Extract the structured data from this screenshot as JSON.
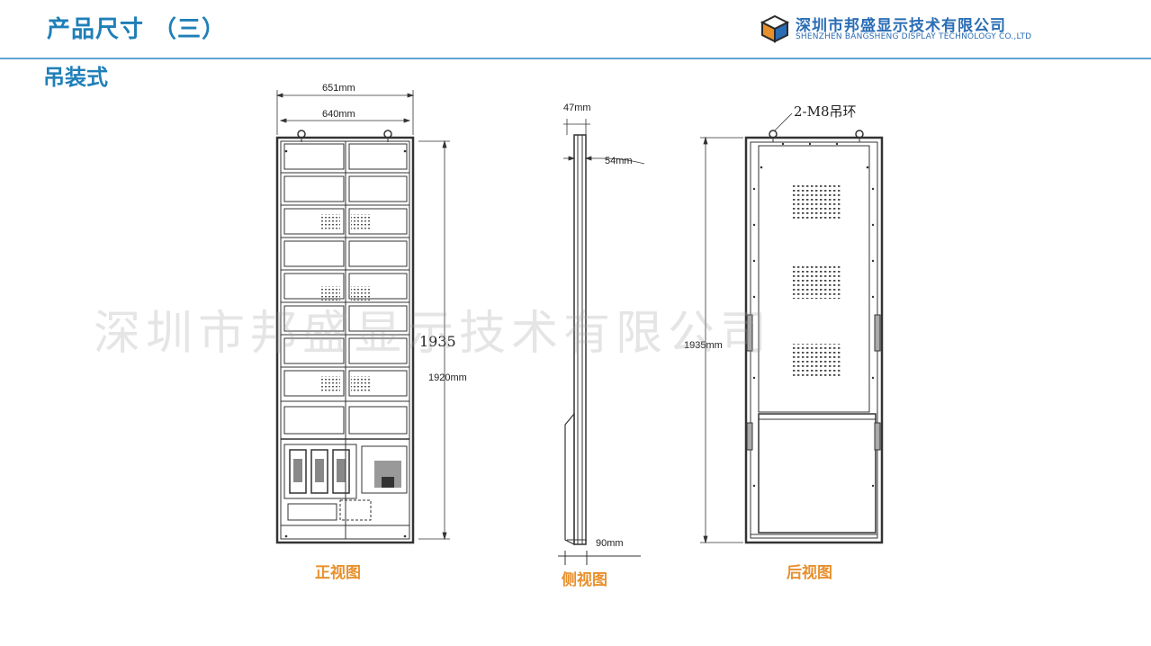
{
  "header": {
    "title": "产品尺寸 （三）",
    "section": "吊装式"
  },
  "logo": {
    "name_cn": "深圳市邦盛显示技术有限公司",
    "name_en": "SHENZHEN BANGSHENG DISPLAY TECHNOLOGY CO.,LTD"
  },
  "front_view": {
    "label": "正视图",
    "width_outer": "651mm",
    "width_inner": "640mm",
    "height_big": "1935",
    "height_inner": "1920mm"
  },
  "side_view": {
    "label": "侧视图",
    "depth_top": "47mm",
    "depth_mid": "54mm",
    "depth_bottom": "90mm"
  },
  "back_view": {
    "label": "后视图",
    "hanger": "2-M8吊环",
    "height": "1935mm"
  },
  "watermark": "深圳市邦盛显示技术有限公司",
  "colors": {
    "title": "#1f7fb8",
    "rule": "#5fa7d3",
    "view_label": "#e8902e",
    "line": "#333333"
  }
}
